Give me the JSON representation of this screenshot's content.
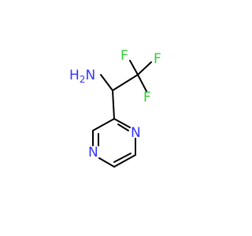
{
  "molecule": {
    "atoms": {
      "amine": "NH2",
      "amine_h": "H",
      "amine_n": "N",
      "amine_sub": "2",
      "fluorine_1": "F",
      "fluorine_2": "F",
      "fluorine_3": "F",
      "ring_n_1": "N",
      "ring_n_2": "N"
    },
    "colors": {
      "bond": "#000000",
      "nitrogen": "#3333ff",
      "fluorine": "#33cc33",
      "background": "#ffffff"
    }
  }
}
